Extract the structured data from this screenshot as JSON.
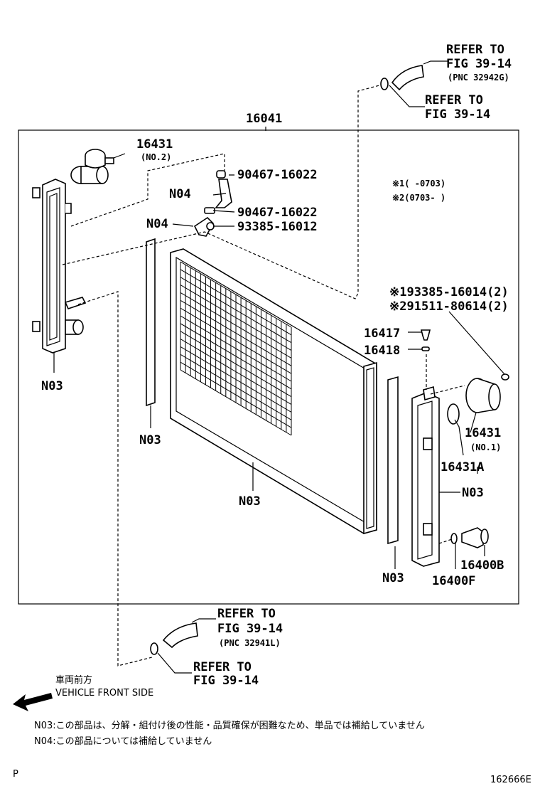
{
  "labels": {
    "assembly": "16041",
    "cap": "16431",
    "cap_no2": "(NO.2)",
    "cap_no1_num": "16431",
    "cap_no1": "(NO.1)",
    "seal": "16431A",
    "clip_a": "90467-16022",
    "clip_b": "90467-16022",
    "screw": "93385-16012",
    "note1": "※1(      -0703)",
    "note2": "※2(0703-      )",
    "alt1": "※193385-16014(2)",
    "alt2": "※291511-80614(2)",
    "plug": "16417",
    "gasket": "16418",
    "drain_b": "16400B",
    "drain_f": "16400F",
    "n04_top": "N04",
    "n04_mid": "N04",
    "n03_left_tank": "N03",
    "n03_left_seal": "N03",
    "n03_core": "N03",
    "n03_right_tank": "N03",
    "n03_right_seal": "N03"
  },
  "refs": {
    "top_upper_1": "REFER TO",
    "top_upper_2": "FIG 39-14",
    "top_upper_3": "(PNC 32942G)",
    "top_lower_1": "REFER TO",
    "top_lower_2": "FIG 39-14",
    "bot_upper_1": "REFER TO",
    "bot_upper_2": "FIG 39-14",
    "bot_upper_3": "(PNC 32941L)",
    "bot_lower_1": "REFER TO",
    "bot_lower_2": "FIG 39-14"
  },
  "direction": {
    "jp": "車両前方",
    "en": "VEHICLE FRONT SIDE"
  },
  "footnotes": {
    "n03": "N03:この部品は、分解・組付け後の性能・品質確保が困難なため、単品では補給していません",
    "n04": "N04:この部品については補給していません"
  },
  "corner": {
    "page_letter": "P",
    "figure_id": "162666E"
  }
}
